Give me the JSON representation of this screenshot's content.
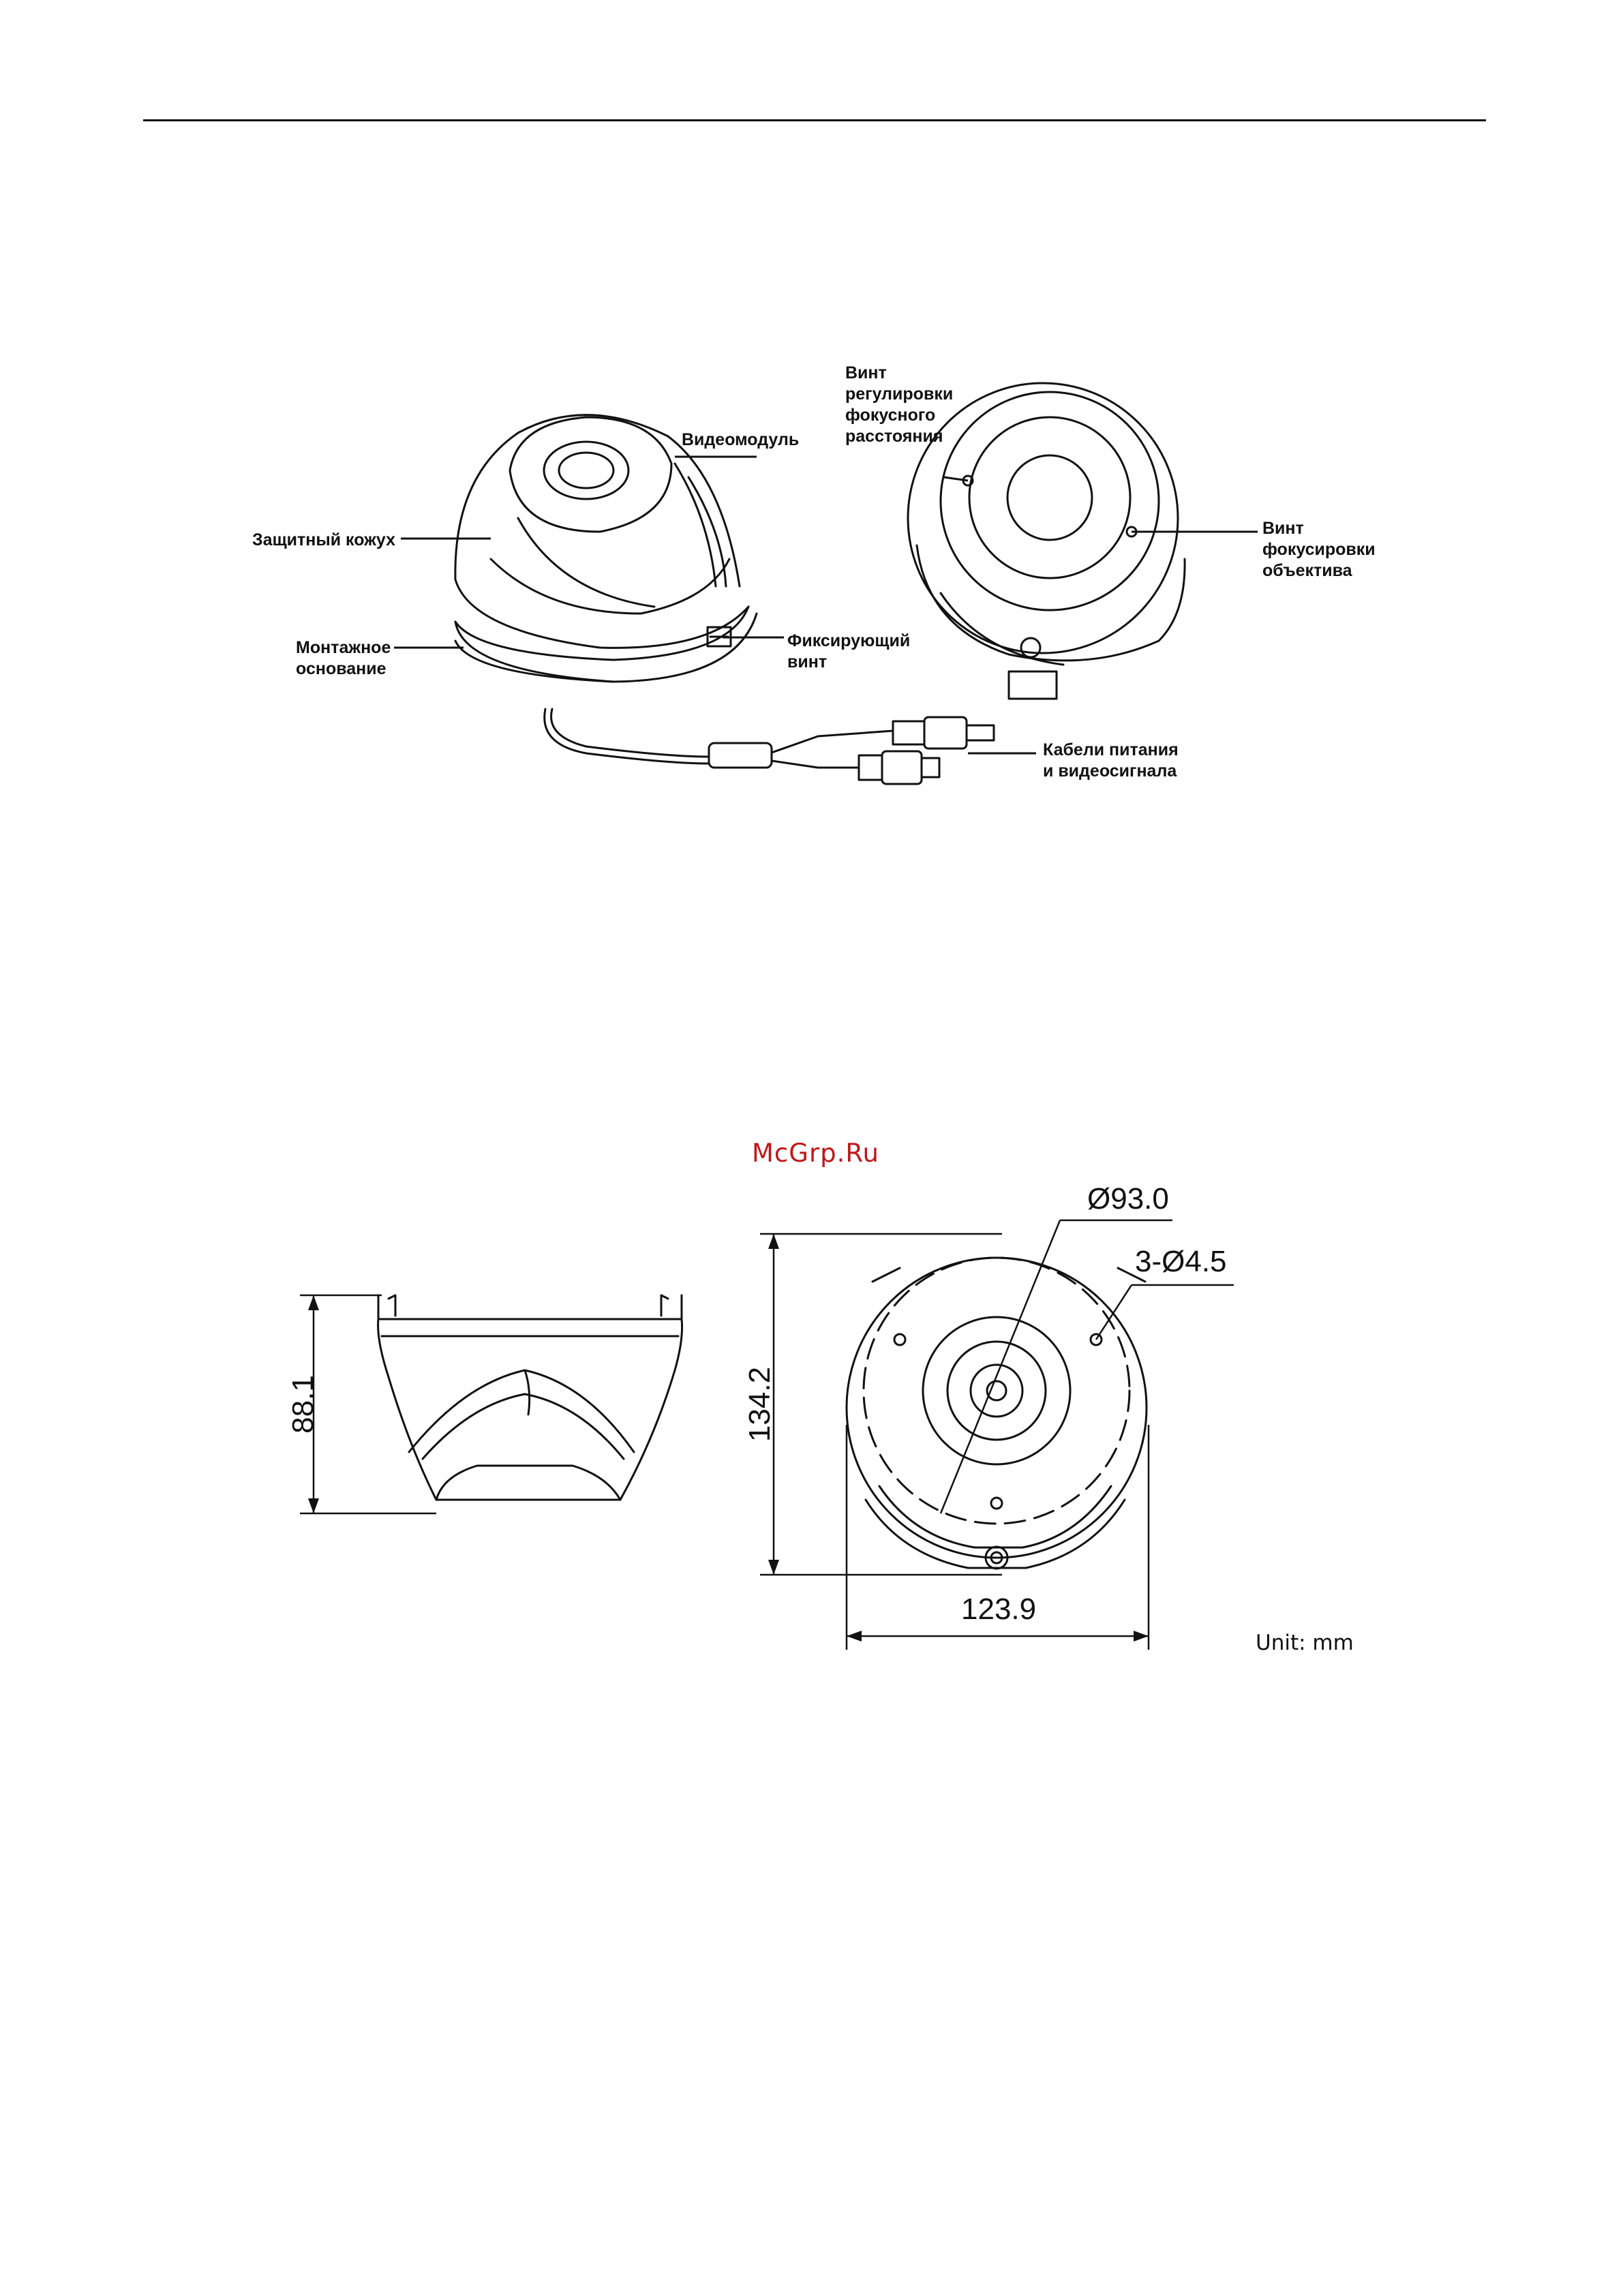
{
  "watermark": "McGrp.Ru",
  "figure1": {
    "labels": {
      "video_module": "Видеомодуль",
      "housing": "Защитный кожух",
      "mounting_base": "Монтажное\nоснование",
      "lock_screw": "Фиксирующий\nвинт",
      "zoom_screw": "Винт\nрегулировки\nфокусного\nрасстояния",
      "focus_screw": "Винт\nфокусировки\nобъектива",
      "cables": "Кабели питания\nи видеосигнала"
    }
  },
  "figure2": {
    "dimensions": {
      "height_side": "88.1",
      "height_front": "134.2",
      "width_front": "123.9",
      "diameter": "Ø93.0",
      "holes": "3-Ø4.5"
    },
    "unit": "Unit: mm"
  }
}
